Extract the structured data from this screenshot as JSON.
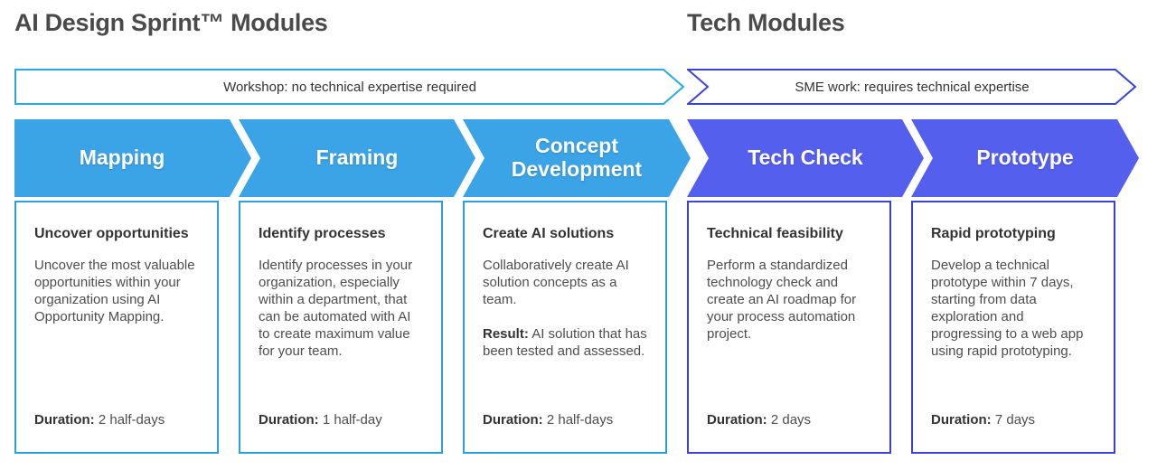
{
  "header": {
    "left_title": "AI Design Sprint™ Modules",
    "right_title": "Tech Modules"
  },
  "banners": [
    {
      "label": "Workshop: no technical expertise required",
      "border_color": "#29a9e2"
    },
    {
      "label": "SME work: requires technical expertise",
      "border_color": "#3943db"
    }
  ],
  "modules": [
    {
      "name": "Mapping",
      "group": "AI Design Sprint™ Modules",
      "arrow_color": "#3ba4e7",
      "card_border_color": "#2b9fe2",
      "heading": "Uncover opportunities",
      "body": "Uncover the most valuable opportunities within your organization using AI Opportunity Mapping.",
      "duration_label": "Duration:",
      "duration": "2 half-days"
    },
    {
      "name": "Framing",
      "group": "AI Design Sprint™ Modules",
      "arrow_color": "#3ba4e7",
      "card_border_color": "#2b9fe2",
      "heading": "Identify processes",
      "body": "Identify processes in your organization, especially within a department, that can be automated with AI to create maximum value for your team.",
      "duration_label": "Duration:",
      "duration": "1 half-day"
    },
    {
      "name": "Concept Development",
      "group": "AI Design Sprint™ Modules",
      "arrow_color": "#3ba4e7",
      "card_border_color": "#2b9fe2",
      "heading": "Create AI solutions",
      "body": "Collaboratively create AI solution concepts as a team.",
      "result_label": "Result:",
      "result": "AI solution that has been tested and assessed.",
      "duration_label": "Duration:",
      "duration": "2 half-days"
    },
    {
      "name": "Tech Check",
      "group": "Tech Modules",
      "arrow_color": "#555fee",
      "card_border_color": "#3a41dc",
      "heading": "Technical feasibility",
      "body": "Perform a standardized technology check and create an AI roadmap for your process automation project.",
      "duration_label": "Duration:",
      "duration": "2 days"
    },
    {
      "name": "Prototype",
      "group": "Tech Modules",
      "arrow_color": "#555fee",
      "card_border_color": "#3a41dc",
      "heading": "Rapid prototyping",
      "body": "Develop a technical prototype within 7 days, starting from data exploration and progressing to a web app using rapid prototyping.",
      "duration_label": "Duration:",
      "duration": "7 days"
    }
  ]
}
